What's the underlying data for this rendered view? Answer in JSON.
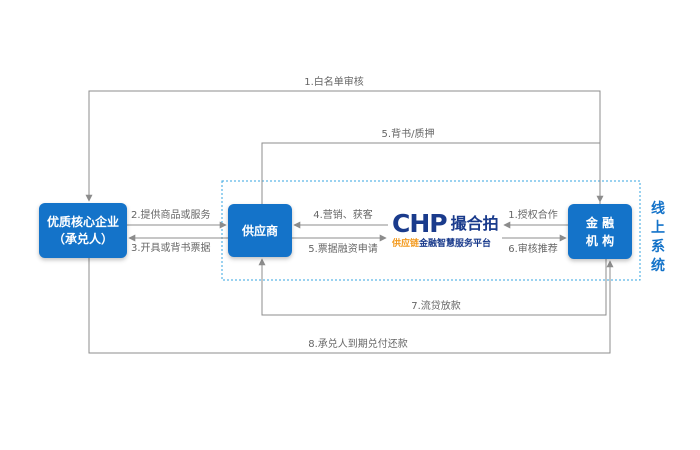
{
  "nodes": {
    "core_enterprise": {
      "line1": "优质核心企业",
      "line2": "（承兑人）"
    },
    "supplier": {
      "label": "供应商"
    },
    "finance": {
      "line1": "金 融",
      "line2": "机 构"
    }
  },
  "logo": {
    "mark": "CHP",
    "name": "撮合拍",
    "tagline_accent": "供应链",
    "tagline_rest": "金融智慧服务平台"
  },
  "online_system_label": "线上系统",
  "edges": {
    "e1": "1.白名单审核",
    "e2": "2.提供商品或服务",
    "e3": "3.开具或背书票据",
    "e4": "4.营销、获客",
    "e5a": "5.票据融资申请",
    "e5b": "5.背书/质押",
    "e6": "6.审核推荐",
    "e1b": "1.授权合作",
    "e7": "7.流贷放款",
    "e8": "8.承兑人到期兑付还款"
  },
  "colors": {
    "node_fill": "#1473c9",
    "connector": "#8c8c8c",
    "dashed_box": "#35a6e0",
    "logo_blue": "#1a3b8c",
    "logo_orange": "#f39a1e"
  }
}
